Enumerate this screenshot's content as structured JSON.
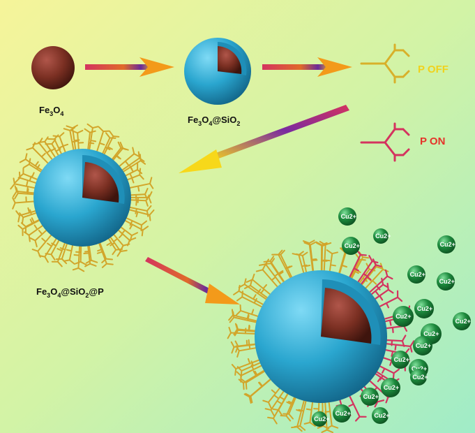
{
  "labels": {
    "fe3o4": "Fe3O4",
    "fe3o4_sio2": "Fe3O4@SiO2",
    "fe3o4_sio2_p": "Fe3O4@SiO2@P"
  },
  "legend": {
    "p_off": "P OFF",
    "p_on": "P ON"
  },
  "ion_label": "Cu2+",
  "colors": {
    "background_top_left": "#f3f3a0",
    "background_bottom_right": "#a2ecc6",
    "core": "#7a2f22",
    "shell": "#2aa6cf",
    "polymer_off": "#d8b02a",
    "polymer_on": "#d4335f",
    "ion": "#1d8a3d"
  }
}
